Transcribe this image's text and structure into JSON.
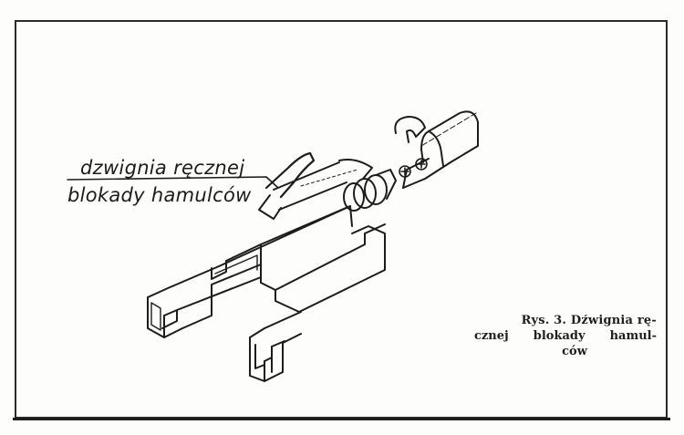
{
  "label": {
    "line1": "dzwignia ręcznej",
    "line2": "blokady hamulców"
  },
  "caption": {
    "line1": "Rys. 3. Dźwignia rę-",
    "line2": "cznej blokady hamul-",
    "line3": "ców"
  },
  "colors": {
    "ink": "#1c1c1c",
    "paper": "#fdfdfb"
  }
}
